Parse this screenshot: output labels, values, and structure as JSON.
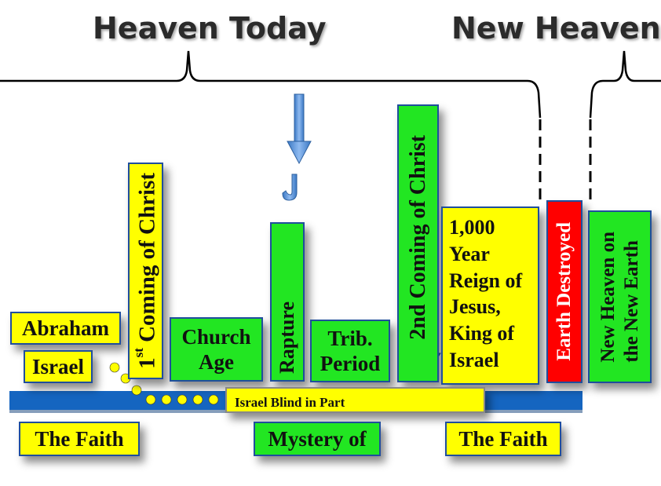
{
  "headers": {
    "heaven_today": "Heaven Today",
    "new_heaven": "New Heaven"
  },
  "boxes": {
    "abraham": "Abraham",
    "israel": "Israel",
    "first_coming_base": "1",
    "first_coming_sup": "st",
    "first_coming_rest": " Coming of Christ",
    "church_age_1": "Church",
    "church_age_2": "Age",
    "rapture": "Rapture",
    "trib_1": "Trib.",
    "trib_2": "Period",
    "second_coming": "2nd Coming of Christ",
    "millennium_1": "1,000",
    "millennium_2": "Year",
    "millennium_3": "Reign of",
    "millennium_4": "Jesus,",
    "millennium_5": "King of",
    "millennium_6": "Israel",
    "earth_destroyed": "Earth Destroyed",
    "new_heaven_earth_1": "New Heaven on",
    "new_heaven_earth_2": "the New Earth",
    "israel_blind": "Israel Blind in Part",
    "faith_left": "The Faith",
    "mystery": "Mystery of",
    "faith_right": "The Faith"
  },
  "colors": {
    "yellow": "#ffff00",
    "green": "#22e622",
    "red": "#ff0000",
    "timeline_blue": "#1565c0",
    "arrow_blue": "#5b9bd5"
  }
}
